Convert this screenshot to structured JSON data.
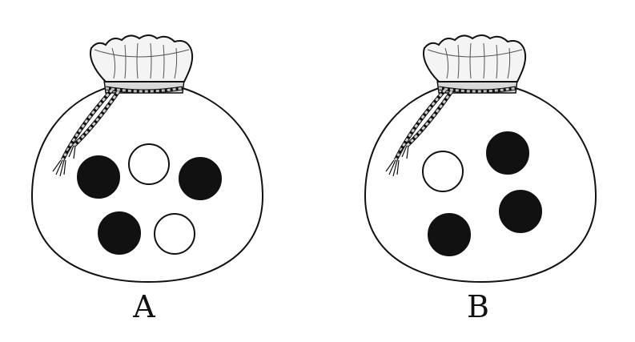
{
  "colors": {
    "outline": "#111111",
    "bag_fill": "#ffffff",
    "black_ball": "#111111",
    "white_ball": "#ffffff",
    "background": "#ffffff"
  },
  "bags": [
    {
      "label": "A",
      "black_balls": 3,
      "white_balls": 2
    },
    {
      "label": "B",
      "black_balls": 3,
      "white_balls": 1
    }
  ]
}
